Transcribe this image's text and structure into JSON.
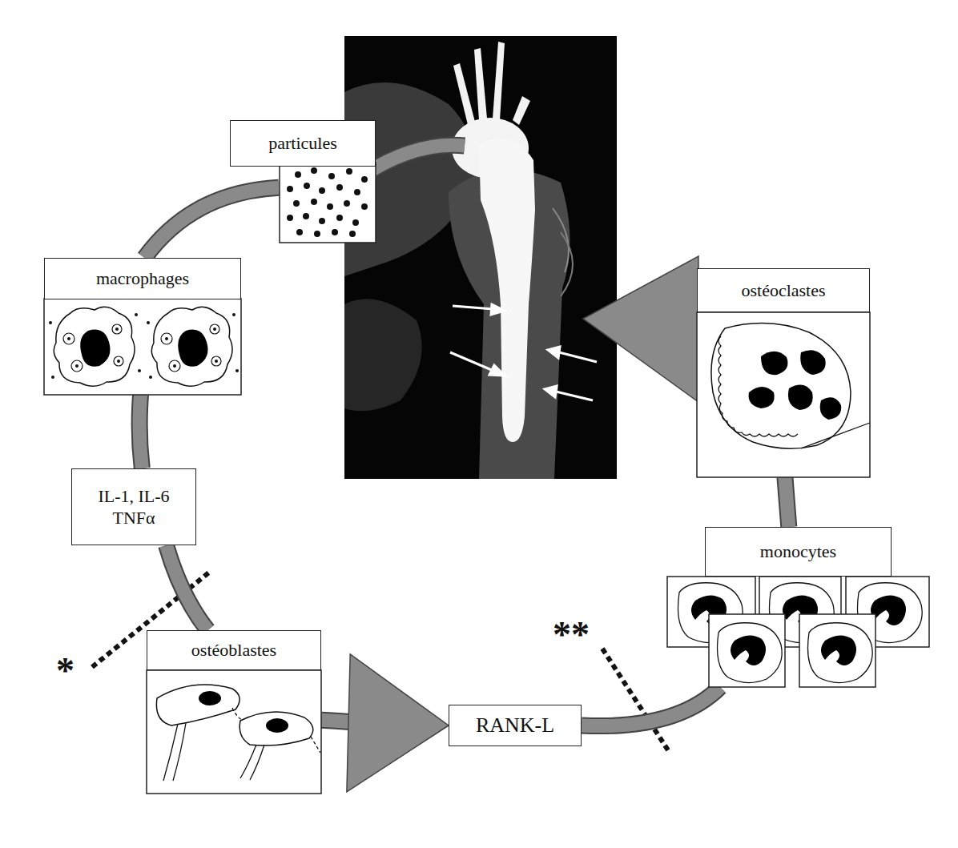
{
  "diagram": {
    "nodes": [
      {
        "text": [
          "particules"
        ]
      },
      {
        "text": [
          "macrophages"
        ]
      },
      {
        "text": [
          "IL-1, IL-6 TNFα"
        ]
      },
      {
        "text": [
          "ostéoblastes"
        ]
      },
      {
        "text": [
          "RANK-L"
        ]
      },
      {
        "text": [
          "monocytes"
        ]
      },
      {
        "text": [
          "ostéoclastes"
        ]
      }
    ],
    "edges": [
      {
        "from": 0,
        "to": 1,
        "arrow": "none"
      },
      {
        "from": 1,
        "to": 2,
        "arrow": "none"
      },
      {
        "from": 2,
        "to": 3,
        "arrow": "none"
      },
      {
        "from": 3,
        "to": 4,
        "arrow": "to"
      },
      {
        "from": 4,
        "to": 5,
        "arrow": "none"
      },
      {
        "from": 5,
        "to": 6,
        "arrow": "none"
      }
    ],
    "labels": [
      "*",
      "**"
    ]
  }
}
